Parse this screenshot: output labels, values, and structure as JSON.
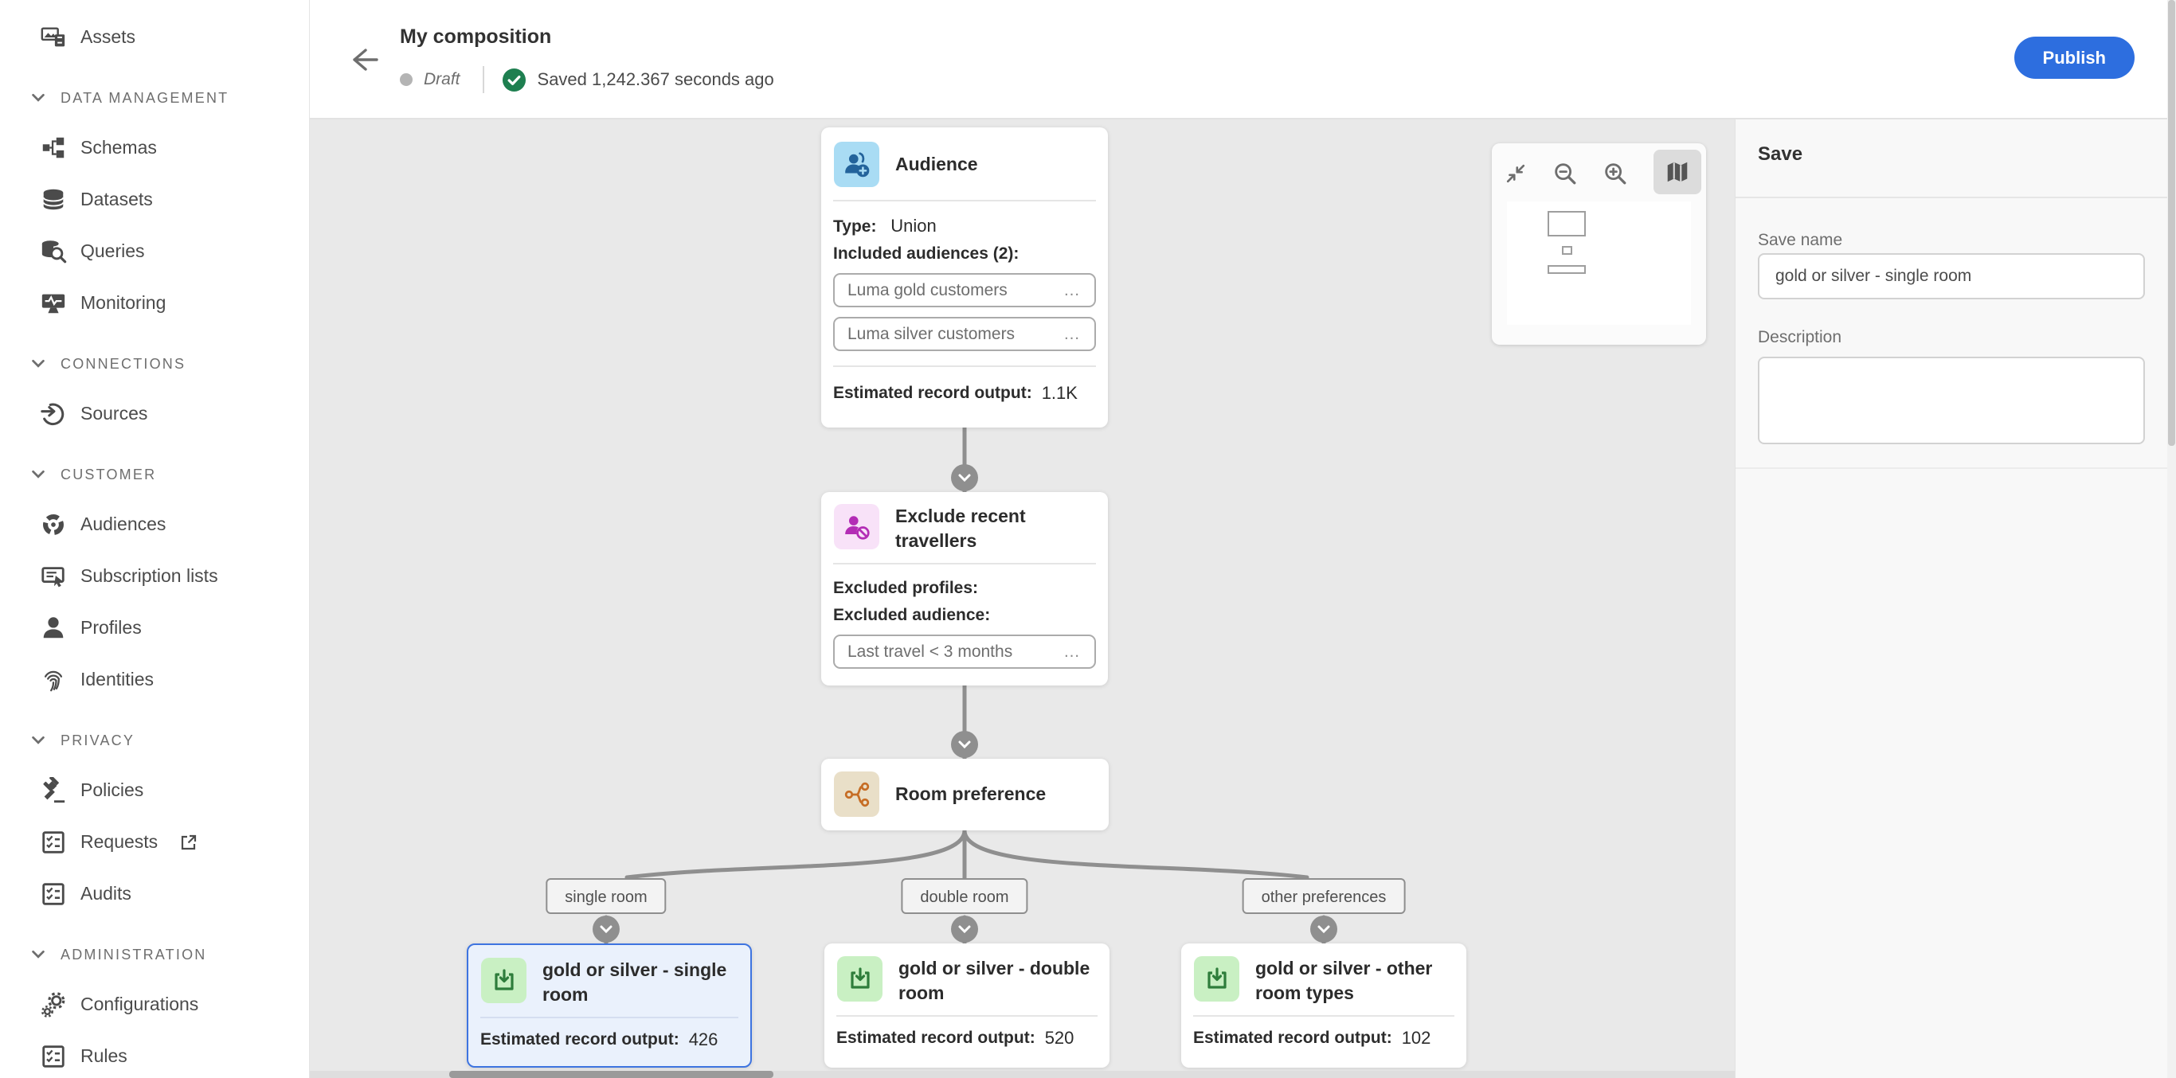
{
  "header": {
    "title": "My composition",
    "status": "Draft",
    "saved_text": "Saved 1,242.367 seconds ago",
    "publish_label": "Publish"
  },
  "sidebar": {
    "items": [
      {
        "label": "Assets",
        "icon": "assets"
      },
      {
        "label": "DATA MANAGEMENT",
        "icon": "section"
      },
      {
        "label": "Schemas",
        "icon": "schemas"
      },
      {
        "label": "Datasets",
        "icon": "datasets"
      },
      {
        "label": "Queries",
        "icon": "queries"
      },
      {
        "label": "Monitoring",
        "icon": "monitoring"
      },
      {
        "label": "CONNECTIONS",
        "icon": "section"
      },
      {
        "label": "Sources",
        "icon": "sources"
      },
      {
        "label": "CUSTOMER",
        "icon": "section"
      },
      {
        "label": "Audiences",
        "icon": "audiences"
      },
      {
        "label": "Subscription lists",
        "icon": "subscription-lists"
      },
      {
        "label": "Profiles",
        "icon": "profiles"
      },
      {
        "label": "Identities",
        "icon": "identities"
      },
      {
        "label": "PRIVACY",
        "icon": "section"
      },
      {
        "label": "Policies",
        "icon": "policies"
      },
      {
        "label": "Requests",
        "icon": "requests",
        "external": true
      },
      {
        "label": "Audits",
        "icon": "audits"
      },
      {
        "label": "ADMINISTRATION",
        "icon": "section"
      },
      {
        "label": "Configurations",
        "icon": "configurations"
      },
      {
        "label": "Rules",
        "icon": "rules"
      }
    ]
  },
  "canvas": {
    "ellipsis": "…",
    "audience": {
      "title": "Audience",
      "type_label": "Type:",
      "type_value": "Union",
      "included_label": "Included audiences (2):",
      "audiences": [
        "Luma gold customers",
        "Luma silver customers"
      ],
      "output_label": "Estimated record output:",
      "output_value": "1.1K"
    },
    "exclude": {
      "title": "Exclude recent travellers",
      "profiles_label": "Excluded profiles:",
      "audience_label": "Excluded audience:",
      "chip": "Last travel < 3 months"
    },
    "room": {
      "title": "Room preference"
    },
    "branches": [
      {
        "chip": "single room"
      },
      {
        "chip": "double room"
      },
      {
        "chip": "other preferences"
      }
    ],
    "outputs": [
      {
        "title": "gold or silver - single room",
        "label": "Estimated record output:",
        "value": "426",
        "selected": true
      },
      {
        "title": "gold or silver - double room",
        "label": "Estimated record output:",
        "value": "520",
        "selected": false
      },
      {
        "title": "gold or silver - other room types",
        "label": "Estimated record output:",
        "value": "102",
        "selected": false
      }
    ]
  },
  "save_panel": {
    "title": "Save",
    "name_label": "Save name",
    "name_value": "gold or silver - single room",
    "description_label": "Description",
    "description_value": ""
  },
  "colors": {
    "accent_blue": "#2D6EDF",
    "status_green": "#1E7F50",
    "canvas_bg": "#E9E9E9",
    "audience_tile": "#A9DCF4",
    "exclude_tile": "#F8E2F8",
    "room_tile": "#E9DFC8",
    "output_tile": "#C9F0C3",
    "connector": "#8F8F8F"
  }
}
